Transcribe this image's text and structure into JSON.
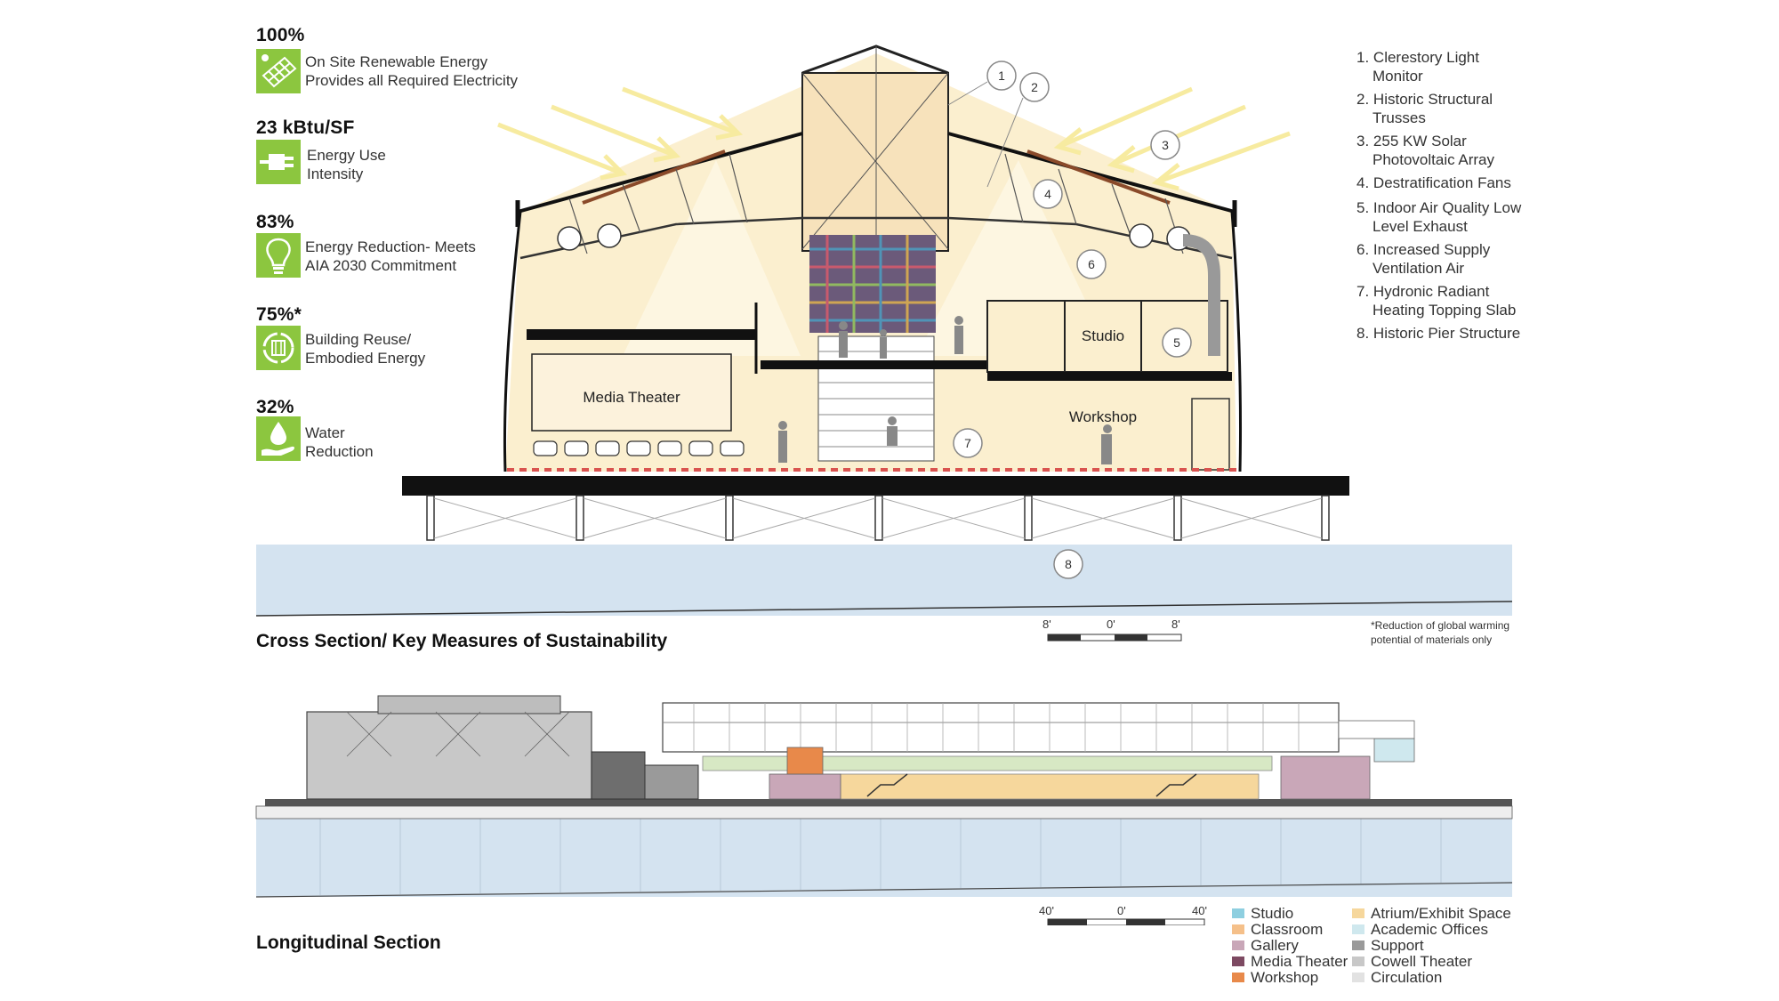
{
  "metrics": [
    {
      "value": "100%",
      "line1": "On Site Renewable Energy",
      "line2": "Provides all Required Electricity",
      "icon": "solar-panel-icon"
    },
    {
      "value": "23 kBtu/SF",
      "line1": "Energy Use",
      "line2": "Intensity",
      "icon": "power-plug-icon"
    },
    {
      "value": "83%",
      "line1": "Energy Reduction- Meets",
      "line2": "AIA 2030 Commitment",
      "icon": "light-bulb-icon"
    },
    {
      "value": "75%*",
      "line1": "Building Reuse/",
      "line2": "Embodied Energy",
      "icon": "recycle-building-icon"
    },
    {
      "value": "32%",
      "line1": "Water",
      "line2": "Reduction",
      "icon": "water-drop-hand-icon"
    }
  ],
  "key_notes": [
    {
      "num": "1.",
      "line1": "Clerestory Light",
      "line2": "Monitor"
    },
    {
      "num": "2.",
      "line1": "Historic Structural",
      "line2": "Trusses"
    },
    {
      "num": "3.",
      "line1": "255 KW Solar",
      "line2": "Photovoltaic Array"
    },
    {
      "num": "4.",
      "line1": "Destratification Fans",
      "line2": ""
    },
    {
      "num": "5.",
      "line1": "Indoor Air Quality Low",
      "line2": "Level Exhaust"
    },
    {
      "num": "6.",
      "line1": "Increased Supply",
      "line2": "Ventilation Air"
    },
    {
      "num": "7.",
      "line1": "Hydronic Radiant",
      "line2": "Heating Topping Slab"
    },
    {
      "num": "8.",
      "line1": "Historic Pier Structure",
      "line2": ""
    }
  ],
  "callouts": [
    "1",
    "2",
    "3",
    "4",
    "5",
    "6",
    "7",
    "8"
  ],
  "rooms": {
    "media_theater": "Media Theater",
    "studio": "Studio",
    "workshop": "Workshop"
  },
  "cross_section_title": "Cross Section/ Key Measures of Sustainability",
  "longitudinal_title": "Longitudinal Section",
  "scale_cross": {
    "left": "8'",
    "mid": "0'",
    "right": "8'"
  },
  "scale_long": {
    "left": "40'",
    "mid": "0'",
    "right": "40'"
  },
  "footnote": {
    "line1": "*Reduction of global warming",
    "line2": "potential of materials only"
  },
  "legend_left": [
    {
      "label": "Studio",
      "color": "#8ecfe0"
    },
    {
      "label": "Classroom",
      "color": "#f5c08a"
    },
    {
      "label": "Gallery",
      "color": "#c9a7b8"
    },
    {
      "label": "Media Theater",
      "color": "#7d4a62"
    },
    {
      "label": "Workshop",
      "color": "#e8894a"
    }
  ],
  "legend_right": [
    {
      "label": "Atrium/Exhibit Space",
      "color": "#f6d79c"
    },
    {
      "label": "Academic Offices",
      "color": "#cfe8ee"
    },
    {
      "label": "Support",
      "color": "#9a9a9a"
    },
    {
      "label": "Cowell Theater",
      "color": "#c8c8c8"
    },
    {
      "label": "Circulation",
      "color": "#e2e2e2"
    }
  ],
  "colors": {
    "icon_green": "#8cc63f",
    "water": "#d4e3f0",
    "light": "#fbefcf",
    "sun_arrow": "#f7eba0"
  }
}
